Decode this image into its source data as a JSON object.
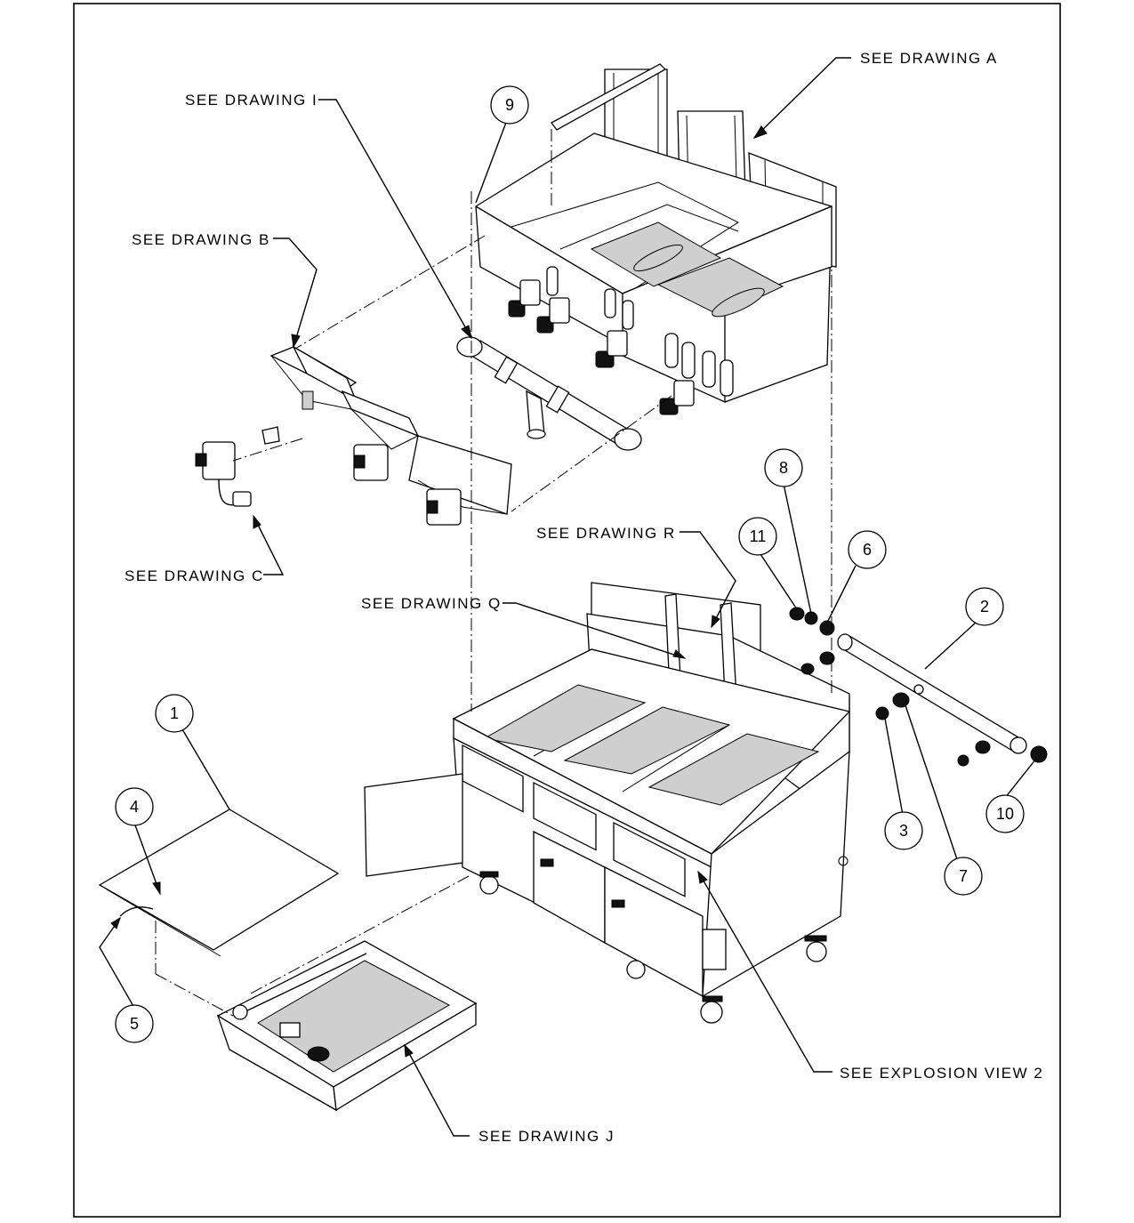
{
  "callouts": {
    "drawing_a": "SEE DRAWING A",
    "drawing_i": "SEE DRAWING I",
    "drawing_b": "SEE DRAWING B",
    "drawing_c": "SEE DRAWING C",
    "drawing_r": "SEE DRAWING R",
    "drawing_q": "SEE DRAWING Q",
    "drawing_j": "SEE DRAWING J",
    "explosion_view_2": "SEE EXPLOSION VIEW 2"
  },
  "item_numbers": {
    "n1": "1",
    "n2": "2",
    "n3": "3",
    "n4": "4",
    "n5": "5",
    "n6": "6",
    "n7": "7",
    "n8": "8",
    "n9": "9",
    "n10": "10",
    "n11": "11"
  }
}
